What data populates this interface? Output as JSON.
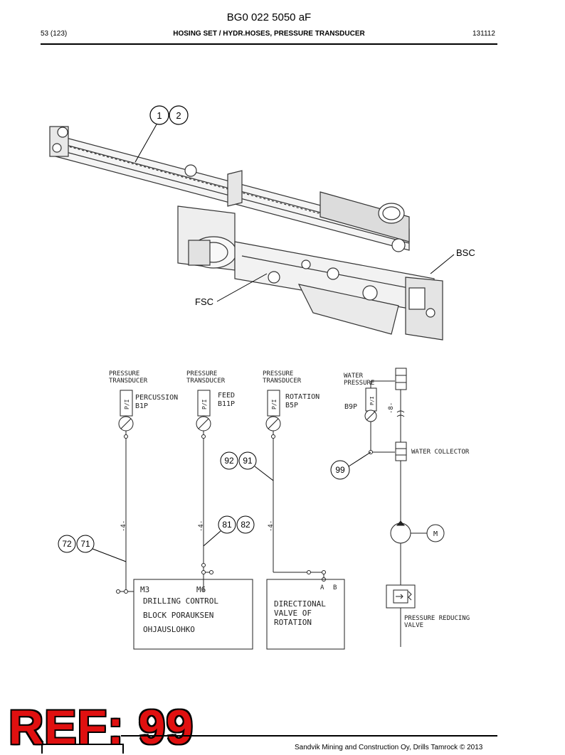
{
  "header": {
    "doc_id": "BG0 022 5050 aF",
    "page": "53 (123)",
    "title": "HOSING SET / HYDR.HOSES, PRESSURE TRANSDUCER",
    "date_code": "131112"
  },
  "illustration": {
    "callouts": {
      "c1": "1",
      "c2": "2",
      "bsc": "BSC",
      "fsc": "FSC"
    }
  },
  "schematic": {
    "transducer_caption_1a": "PRESSURE",
    "transducer_caption_1b": "TRANSDUCER",
    "transducer_caption_2a": "PRESSURE",
    "transducer_caption_2b": "TRANSDUCER",
    "transducer_caption_3a": "PRESSURE",
    "transducer_caption_3b": "TRANSDUCER",
    "water_pressure_a": "WATER",
    "water_pressure_b": "PRESSURE",
    "percussion": "PERCUSSION",
    "b1p": "B1P",
    "feed": "FEED",
    "b11p": "B11P",
    "rotation": "ROTATION",
    "b5p": "B5P",
    "b9p": "B9P",
    "pi": "P/I",
    "hose_size": "-4-",
    "water_hose_size": "-8-",
    "water_collector": "WATER COLLECTOR",
    "motor": "M",
    "m3": "M3",
    "m6": "M6",
    "drilling_control": "DRILLING CONTROL",
    "block_porauksen": "BLOCK PORAUKSEN",
    "ohjauslohko": "OHJAUSLOHKO",
    "port_a": "A",
    "port_b": "B",
    "directional_1": "DIRECTIONAL",
    "directional_2": "VALVE OF",
    "directional_3": "ROTATION",
    "pressure_reducing_1": "PRESSURE REDUCING",
    "pressure_reducing_2": "VALVE",
    "callout_92": "92",
    "callout_91": "91",
    "callout_99": "99",
    "callout_81": "81",
    "callout_82": "82",
    "callout_72": "72",
    "callout_71": "71"
  },
  "stamp": {
    "ref_label": "REF: 99"
  },
  "footer": {
    "copyright": "Sandvik Mining and Construction Oy, Drills Tamrock © 2013"
  },
  "colors": {
    "stamp_red": "#e01010",
    "line": "#000000",
    "drawing_gray": "#555555"
  }
}
